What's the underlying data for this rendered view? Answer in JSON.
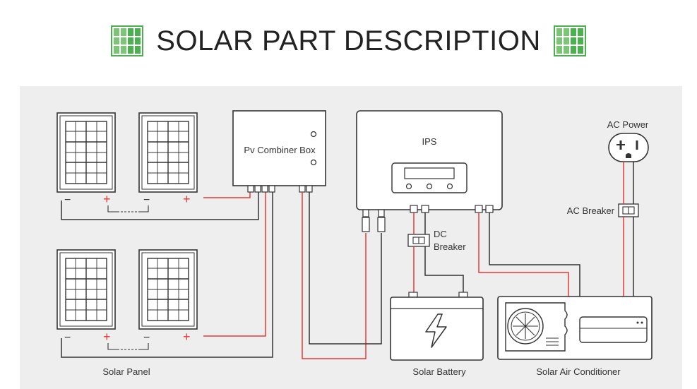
{
  "header": {
    "title": "SOLAR PART DESCRIPTION",
    "left_icon": "solar-panel-icon",
    "right_icon": "solar-panel-icon",
    "icon_color": "#4caf50"
  },
  "diagram": {
    "combiner_label": "Pv Combiner Box",
    "inverter_label": "IPS",
    "dc_breaker_label_1": "DC",
    "dc_breaker_label_2": "Breaker",
    "ac_power_label": "AC Power",
    "ac_breaker_label": "AC Breaker",
    "panel_minus": "−",
    "panel_plus": "+",
    "captions": {
      "panel": "Solar Panel",
      "battery": "Solar Battery",
      "ac": "Solar Air Conditioner"
    },
    "colors": {
      "background": "#eeeeee",
      "line": "#333333",
      "positive": "#e53935",
      "negative": "#333333"
    }
  }
}
